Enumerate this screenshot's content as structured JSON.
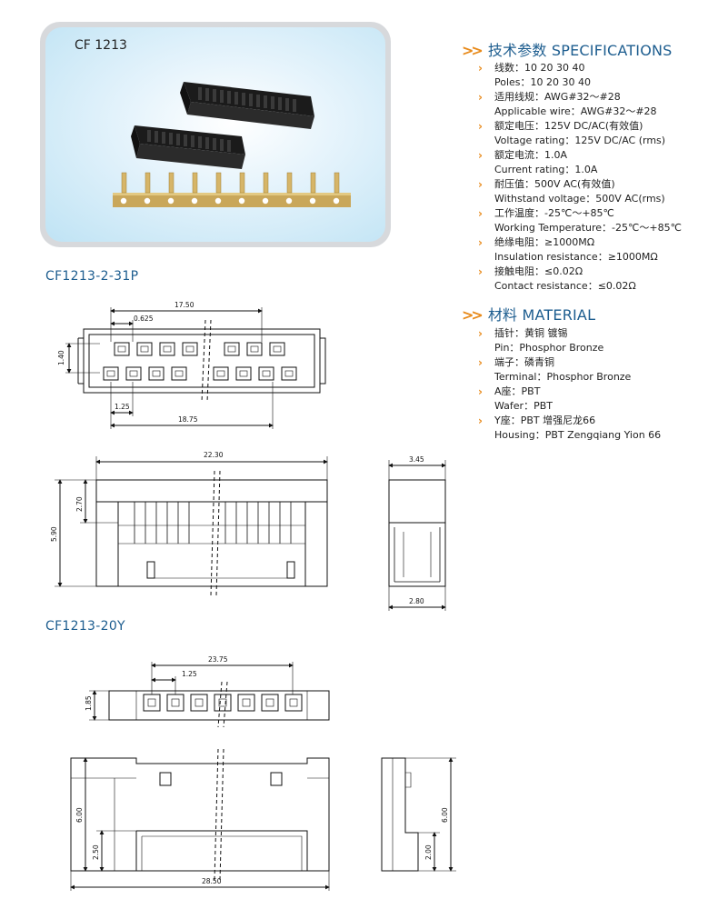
{
  "photo": {
    "title": "CF 1213"
  },
  "specifications": {
    "heading": "技术参数 SPECIFICATIONS",
    "items": [
      {
        "cn": "线数：10  20  30  40",
        "en": "Poles：10  20  30  40"
      },
      {
        "cn": "适用线规：AWG#32～#28",
        "en": "Applicable wire：AWG#32～#28"
      },
      {
        "cn": "额定电压：125V DC/AC(有效值)",
        "en": "Voltage rating：125V DC/AC (rms)"
      },
      {
        "cn": "额定电流：1.0A",
        "en": "Current rating：1.0A"
      },
      {
        "cn": "耐压值：500V AC(有效值)",
        "en": "Withstand voltage：500V AC(rms)"
      },
      {
        "cn": "工作温度：-25℃～+85℃",
        "en": "Working Temperature：-25℃～+85℃"
      },
      {
        "cn": "绝缘电阻：≥1000MΩ",
        "en": "Insulation resistance：≥1000MΩ"
      },
      {
        "cn": "接触电阻：≤0.02Ω",
        "en": "Contact resistance：≤0.02Ω"
      }
    ]
  },
  "material": {
    "heading": "材料 MATERIAL",
    "items": [
      {
        "cn": "插针：黄铜 镀锡",
        "en": "Pin：Phosphor Bronze"
      },
      {
        "cn": "端子：磷青铜",
        "en": "Terminal：Phosphor Bronze"
      },
      {
        "cn": "A座：PBT",
        "en": "Wafer：PBT"
      },
      {
        "cn": "Y座：PBT 增强尼龙66",
        "en": "Housing：PBT Zengqiang Yion 66"
      }
    ]
  },
  "parts": {
    "p1": {
      "label": "CF1213-2-31P",
      "dims": {
        "d1": "17.50",
        "d2": "0.625",
        "d3": "1.40",
        "d4": "1.25",
        "d5": "18.75"
      }
    },
    "p1_side": {
      "dims": {
        "d1": "22.30",
        "d2": "2.70",
        "d3": "5.90",
        "d4": "3.45",
        "d5": "2.80"
      }
    },
    "p2": {
      "label": "CF1213-20Y",
      "dims": {
        "d1": "23.75",
        "d2": "1.25",
        "d3": "1.85",
        "d4": "6.00",
        "d5": "2.50",
        "d6": "28.50",
        "d7": "6.00",
        "d8": "2.00"
      }
    }
  },
  "colors": {
    "heading": "#1d5d8f",
    "accent": "#e88a1a"
  }
}
